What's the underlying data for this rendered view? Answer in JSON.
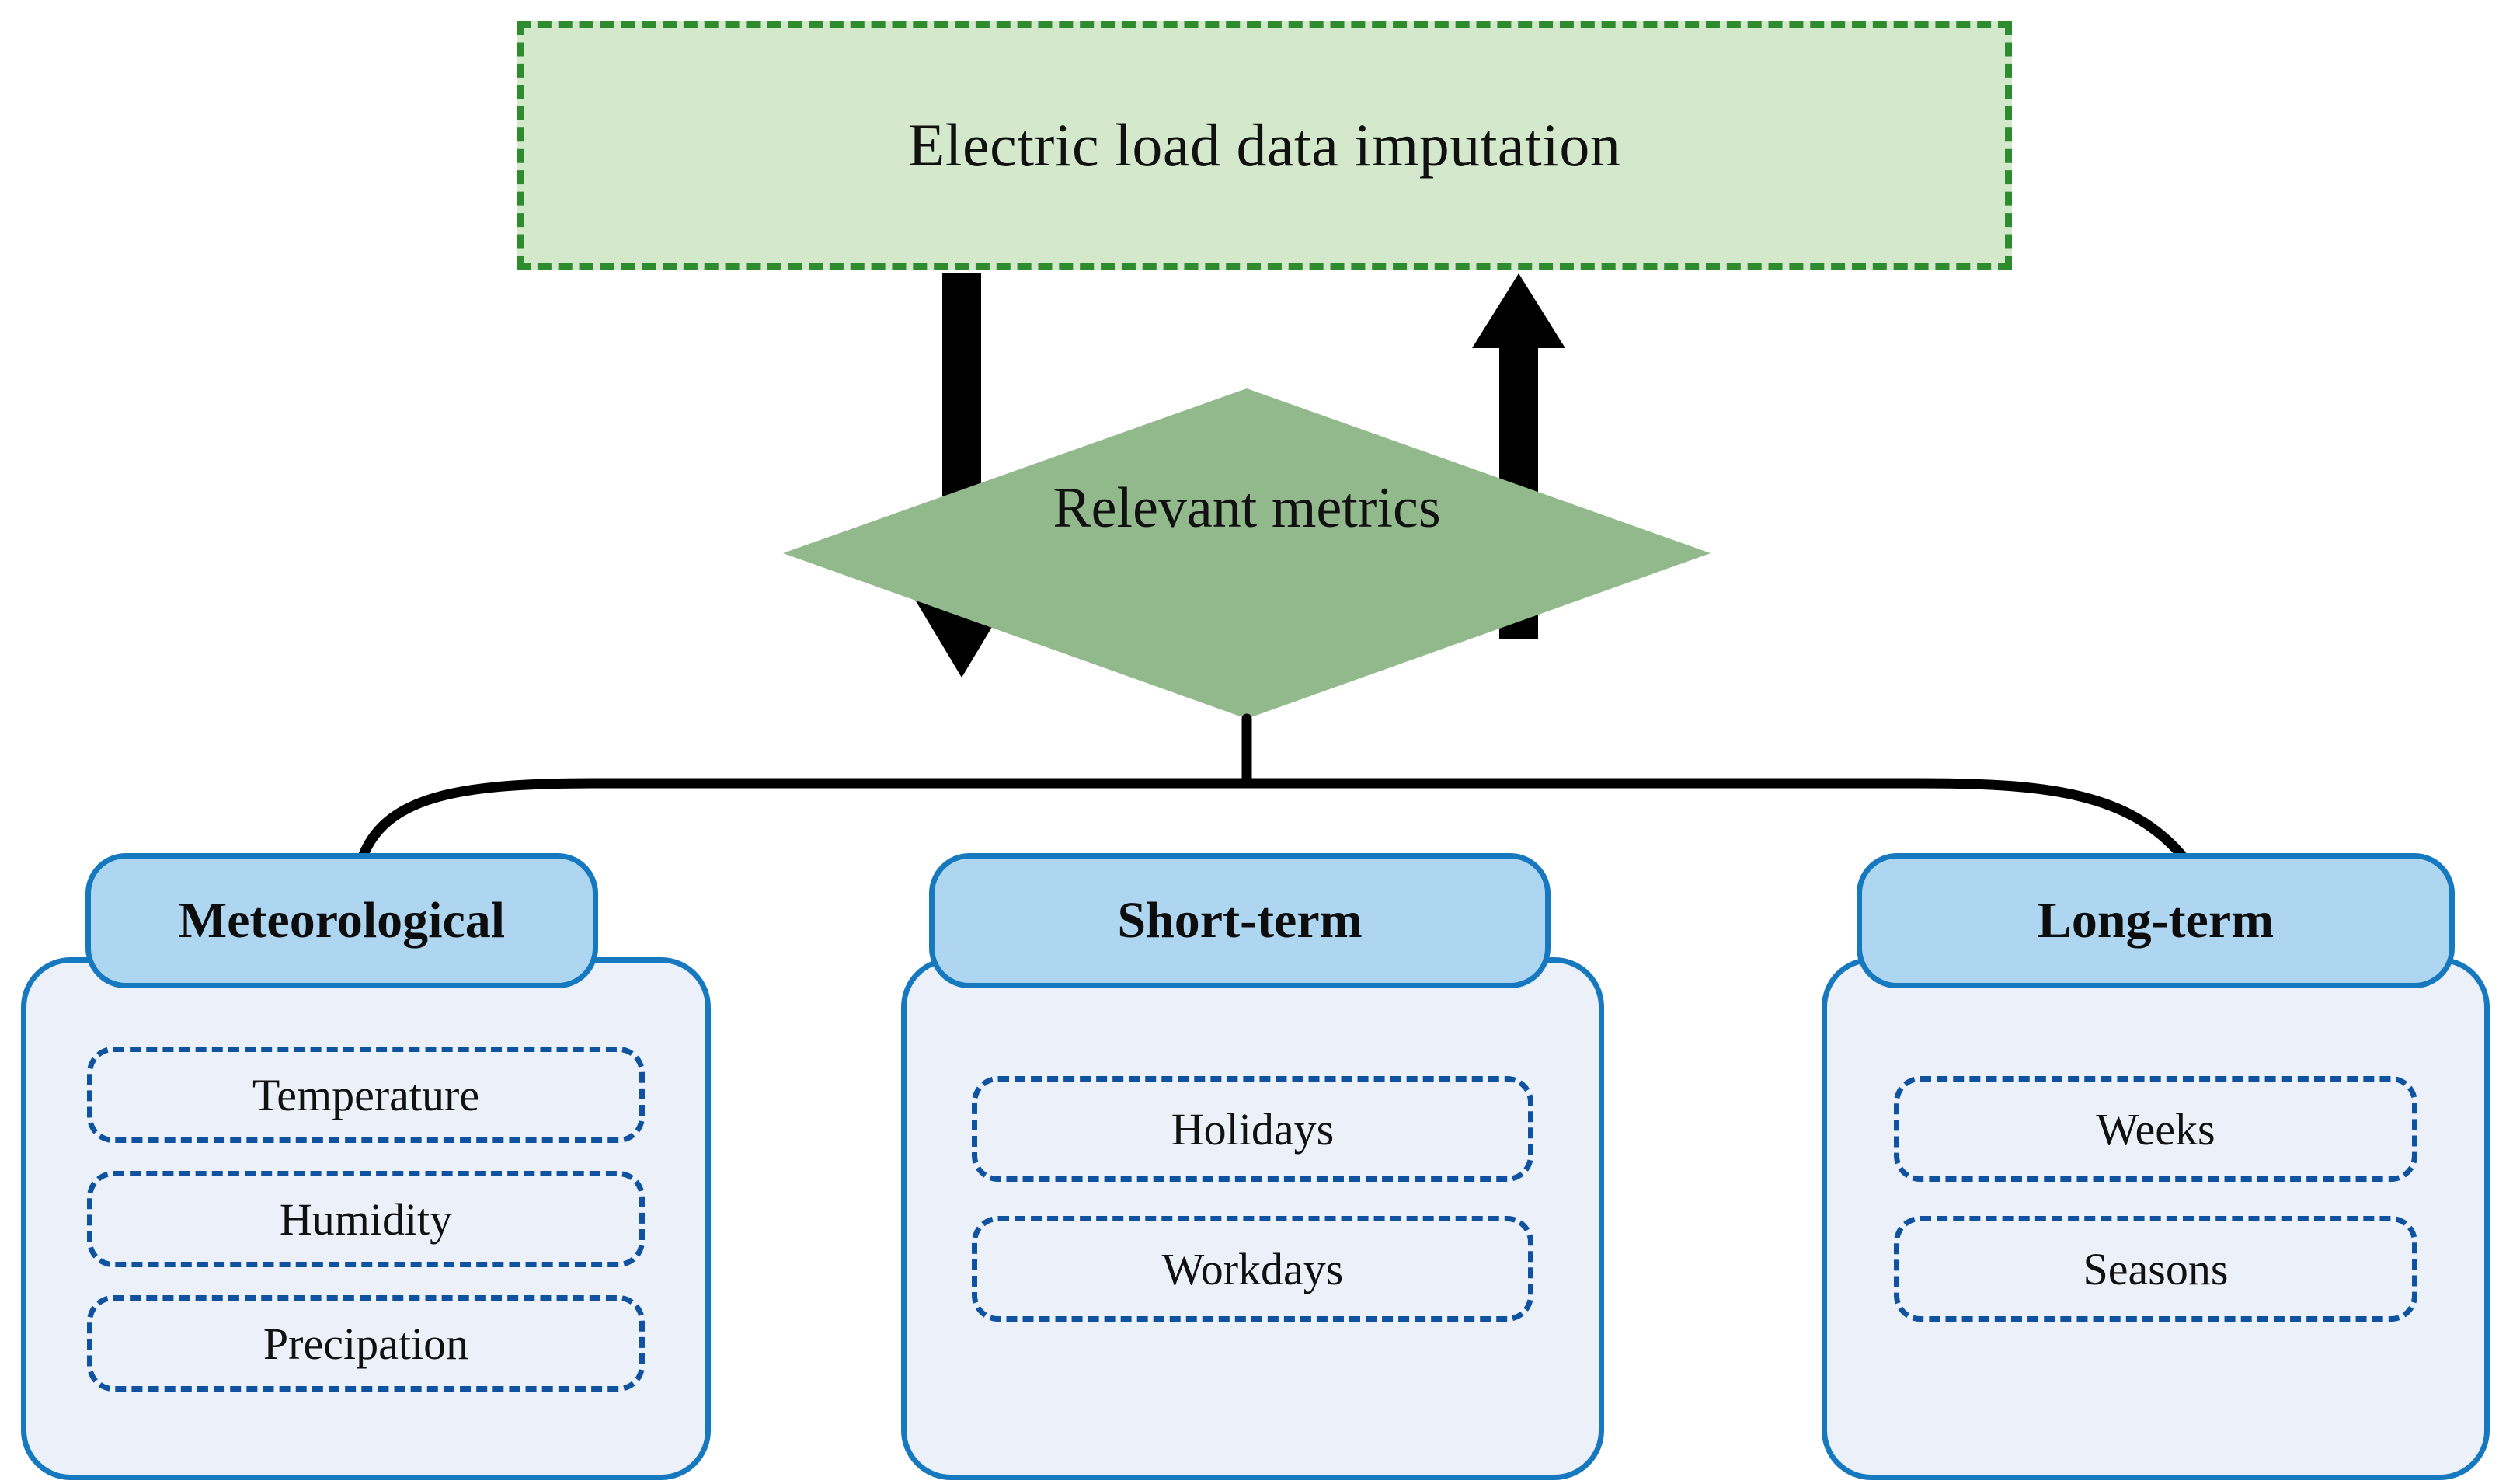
{
  "diagram": {
    "title": "Electric load data imputation",
    "decision": "Relevant metrics",
    "colors": {
      "top_box_fill": "#D4E9CC",
      "top_box_border": "#2E8B2E",
      "diamond_fill": "#92B98C",
      "card_header_fill": "#AED6F1",
      "card_body_fill": "#EBF0F9",
      "card_border": "#1678BE",
      "sub_item_border": "#0F53A0",
      "arrow": "#000000"
    },
    "arrows": [
      {
        "name": "imputation-to-metrics",
        "direction": "down"
      },
      {
        "name": "metrics-to-imputation",
        "direction": "up"
      }
    ],
    "groups": [
      {
        "id": "meteorological",
        "label": "Meteorological",
        "items": [
          "Temperature",
          "Humidity",
          "Precipation"
        ]
      },
      {
        "id": "short-term",
        "label": "Short-term",
        "items": [
          "Holidays",
          "Workdays"
        ]
      },
      {
        "id": "long-term",
        "label": "Long-term",
        "items": [
          "Weeks",
          "Seasons"
        ]
      }
    ]
  }
}
